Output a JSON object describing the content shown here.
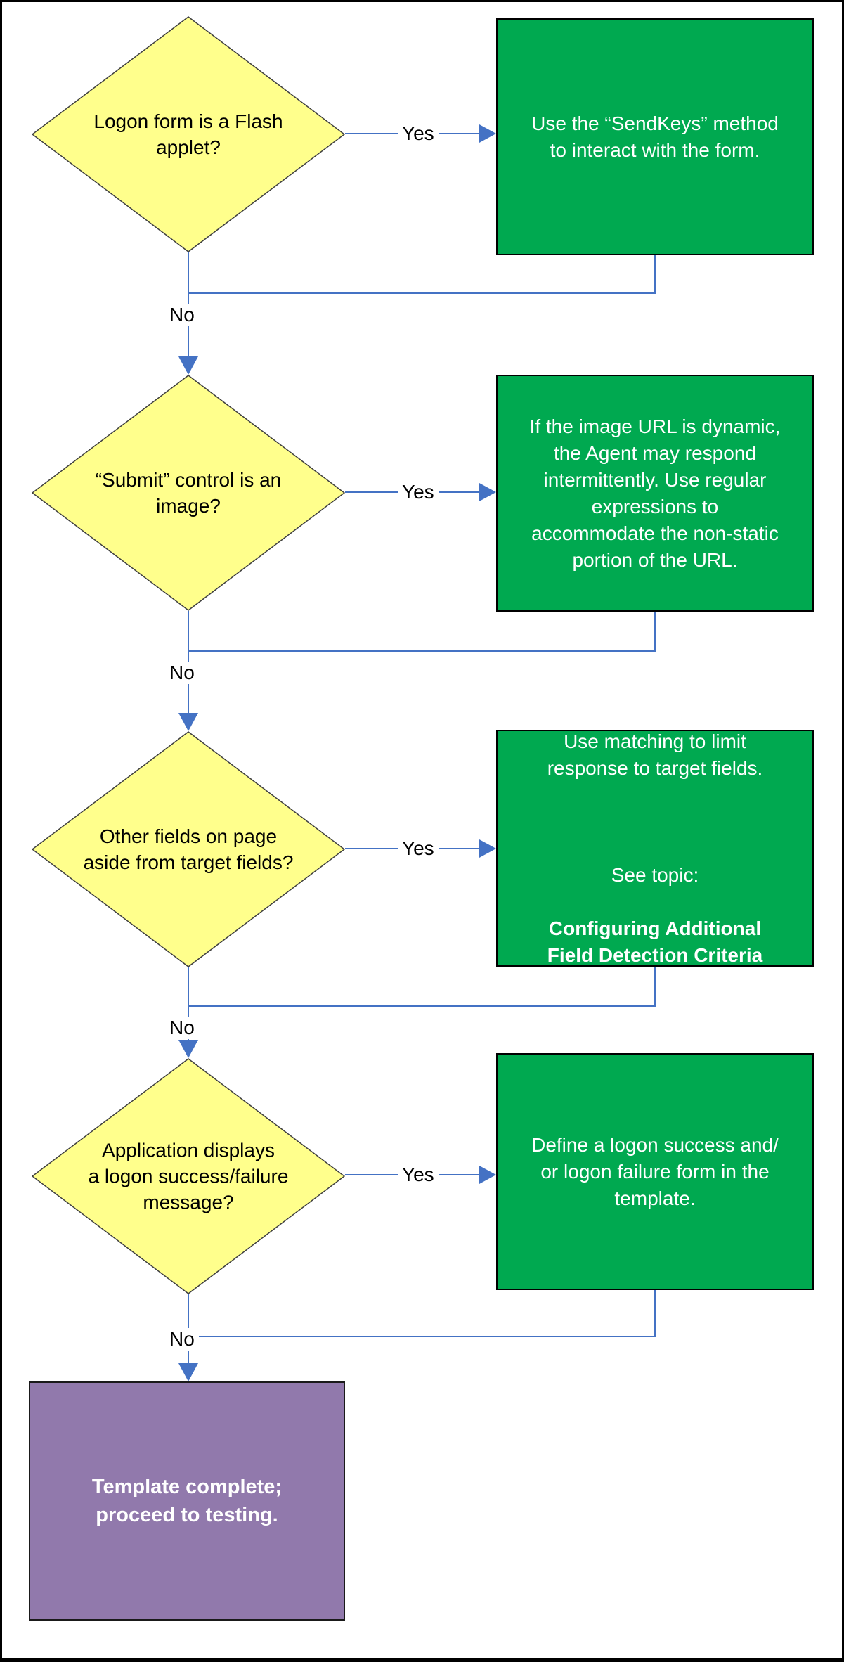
{
  "labels": {
    "yes": "Yes",
    "no": "No"
  },
  "colors": {
    "decision_fill": "#FFFF8C",
    "action_fill": "#00A950",
    "terminal_fill": "#9179AC",
    "connector_blue": "#4472C4",
    "decision_text": "#000000",
    "action_text": "#FFFFFF",
    "border": "#000000"
  },
  "flowchart": {
    "decisions": [
      {
        "text": "Logon form is a Flash\napplet?"
      },
      {
        "text": "“Submit” control is an\nimage?"
      },
      {
        "text": "Other fields on page\naside from target fields?"
      },
      {
        "text": "Application displays\na logon success/failure\nmessage?"
      }
    ],
    "actions": [
      {
        "body": "Use the “SendKeys” method\nto interact with the form."
      },
      {
        "body": "If the image URL is dynamic,\nthe Agent may respond\nintermittently. Use regular\nexpressions to\naccommodate the non-static\nportion of the URL."
      },
      {
        "body": "Use matching to limit\nresponse to target fields.",
        "note": "See topic:",
        "topic": "Configuring Additional\nField Detection Criteria"
      },
      {
        "body": "Define a logon success and/\nor logon failure form in the\ntemplate."
      }
    ],
    "terminal": {
      "text": "Template complete;\nproceed to testing."
    }
  }
}
